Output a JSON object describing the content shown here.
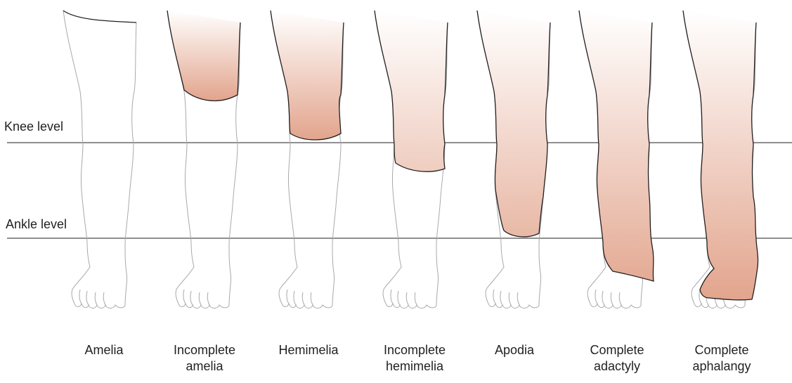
{
  "levels": {
    "knee": "Knee level",
    "ankle": "Ankle level"
  },
  "captions": [
    "Amelia",
    "Incomplete\namelia",
    "Hemimelia",
    "Incomplete\nhemimelia",
    "Apodia",
    "Complete\nadactyly",
    "Complete\naphalangy"
  ],
  "colors": {
    "shade_light": "#fbe9e1",
    "shade_dark": "#e2a48c",
    "outline": "#231f20",
    "faint_outline": "#a7a9ac"
  }
}
